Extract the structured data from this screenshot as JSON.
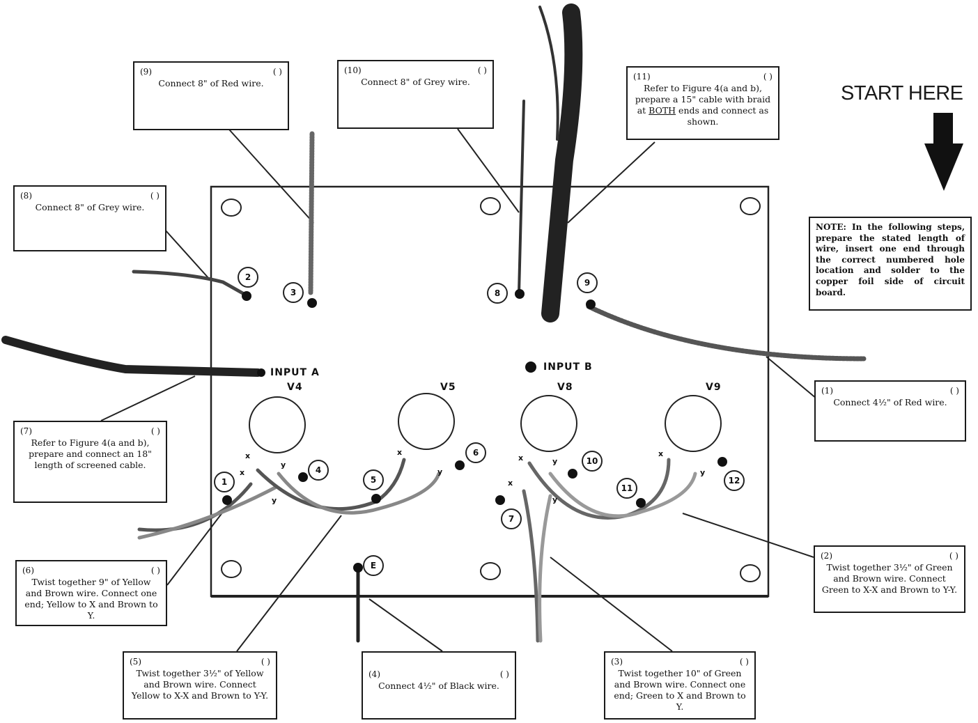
{
  "start_label": "START HERE",
  "note": "NOTE: In the following steps, prepare the stated length of wire, insert one end through the correct numbered hole location and solder to the copper foil side of circuit board.",
  "checkbox": "( )",
  "steps": {
    "s1": {
      "num": "(1)",
      "text": "Connect 4½\" of Red wire."
    },
    "s2": {
      "num": "(2)",
      "text": "Twist together 3½\" of Green and Brown wire. Connect Green to X-X and Brown to Y-Y."
    },
    "s3": {
      "num": "(3)",
      "text": "Twist together 10\" of Green and Brown wire. Connect one end; Green to X and Brown to Y."
    },
    "s4": {
      "num": "(4)",
      "text": "Connect 4½\" of Black wire."
    },
    "s5": {
      "num": "(5)",
      "text": "Twist together 3½\" of Yellow and Brown wire. Connect Yellow to X-X and Brown to Y-Y."
    },
    "s6": {
      "num": "(6)",
      "text": "Twist together 9\" of Yellow and Brown wire. Connect one end; Yellow to X and Brown to Y."
    },
    "s7": {
      "num": "(7)",
      "text": "Refer to Figure 4(a and b), prepare and connect an 18\" length of screened cable."
    },
    "s8": {
      "num": "(8)",
      "text": "Connect 8\" of Grey wire."
    },
    "s9": {
      "num": "(9)",
      "text": "Connect 8\" of Red wire."
    },
    "s10": {
      "num": "(10)",
      "text": "Connect 8\" of Grey wire."
    },
    "s11": {
      "num": "(11)",
      "text_a": "Refer to Figure 4(a and b), prepare a 15\" cable with braid at ",
      "text_b": "BOTH",
      "text_c": " ends and connect as shown."
    }
  },
  "labels": {
    "input_a": "INPUT A",
    "input_b": "INPUT B",
    "v4": "V4",
    "v5": "V5",
    "v8": "V8",
    "v9": "V9"
  },
  "holes": [
    "1",
    "2",
    "3",
    "4",
    "5",
    "6",
    "7",
    "8",
    "9",
    "10",
    "11",
    "12",
    "E"
  ],
  "pin_letters": {
    "x": "x",
    "y": "y"
  }
}
